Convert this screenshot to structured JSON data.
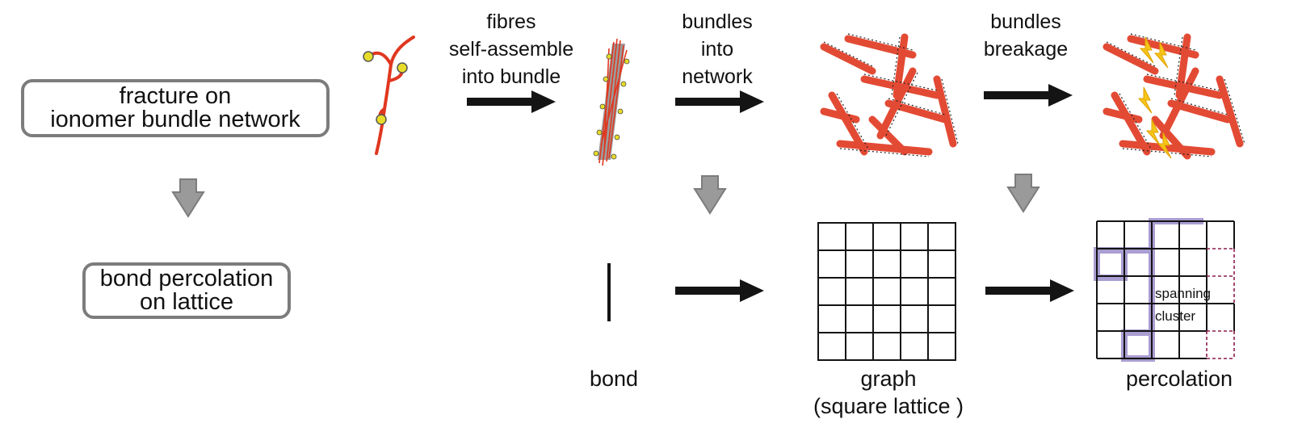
{
  "boxes": {
    "top": [
      "fracture on",
      "ionomer bundle network"
    ],
    "bottom": [
      "bond percolation",
      "on lattice"
    ]
  },
  "steps": {
    "fibres": [
      "fibres",
      "self-assemble",
      "into bundle"
    ],
    "network": [
      "bundles",
      "into",
      "network"
    ],
    "breakage": [
      "bundles",
      "breakage"
    ]
  },
  "captions": {
    "bond": "bond",
    "graph": [
      "graph",
      "(square lattice )"
    ],
    "percolation": "percolation",
    "spanning": [
      "spanning",
      "cluster"
    ]
  },
  "colors": {
    "fibre": "#e0371f",
    "node": "#e8dc2a",
    "arrow": "#141414",
    "gray_arrow": "#9a9a9a",
    "box_border": "#7c7c7c",
    "cluster": "#8e7cc3",
    "broken_bond": "#8b1a4a",
    "spark": "#f5c518"
  }
}
